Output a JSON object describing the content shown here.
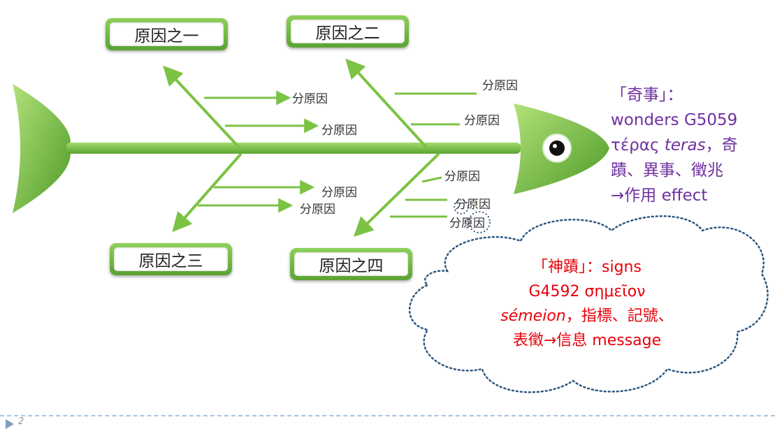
{
  "diagram": {
    "causes": [
      "原因之一",
      "原因之二",
      "原因之三",
      "原因之四"
    ],
    "sub_cause_label": "分原因",
    "sub_causes": [
      {
        "id": "sub-1"
      },
      {
        "id": "sub-2"
      },
      {
        "id": "sub-3"
      },
      {
        "id": "sub-4"
      },
      {
        "id": "sub-5"
      },
      {
        "id": "sub-6"
      },
      {
        "id": "sub-7"
      },
      {
        "id": "sub-8"
      },
      {
        "id": "sub-9"
      },
      {
        "id": "sub-10"
      }
    ]
  },
  "wonders": {
    "line1": "「奇事」：",
    "line2": "wonders G5059",
    "line3_a": "τέρας ",
    "line3_b": "teras",
    "line3_c": "，奇",
    "line4": "蹟、異事、徵兆",
    "line5": "→作用 effect"
  },
  "signs": {
    "line1": "「神蹟」：signs",
    "line2": "G4592 σημεῖον",
    "line3_a": "sémeion",
    "line3_b": "，指標、記號、",
    "line4": "表徵→信息 message"
  },
  "footer": {
    "page_number": "2"
  },
  "colors": {
    "bone_green": "#7cc244",
    "wonders_text": "#7030a0",
    "signs_text": "#e8000a"
  }
}
